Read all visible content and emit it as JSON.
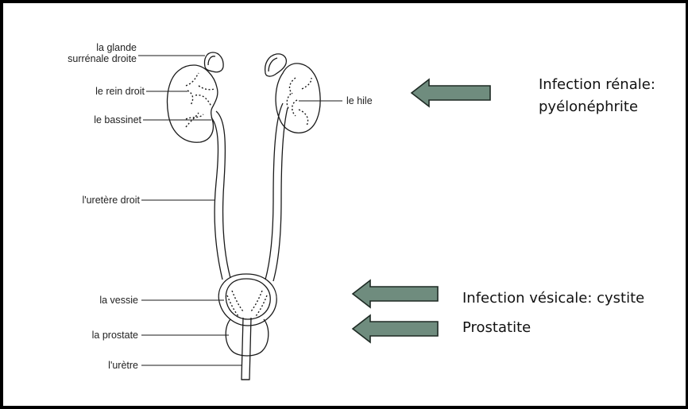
{
  "diagram": {
    "labels": {
      "gland_line1": "la glande",
      "gland_line2": "surrénale droite",
      "rein": "le rein droit",
      "bassinet": "le bassinet",
      "uretere": "l'uretère droit",
      "vessie": "la vessie",
      "prostate": "la prostate",
      "uretre": "l'urètre",
      "hile": "le hile"
    },
    "annotations": {
      "renal_line1": "Infection rénale:",
      "renal_line2": "pyélonéphrite",
      "vesical": "Infection vésicale: cystite",
      "prostatite": "Prostatite"
    },
    "colors": {
      "arrow_fill": "#6f8c7e",
      "arrow_stroke": "#1e2a24"
    }
  }
}
